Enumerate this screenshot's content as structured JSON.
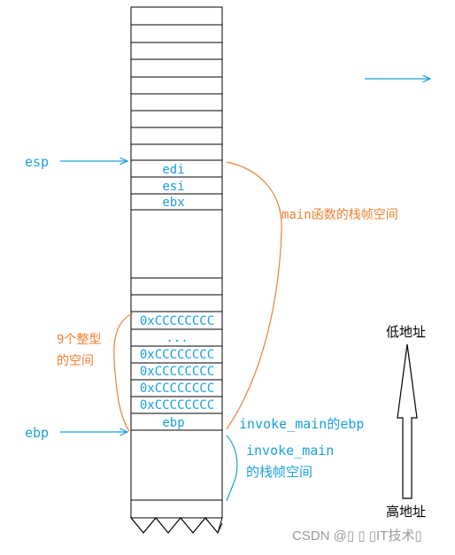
{
  "labels": {
    "esp": "esp",
    "ebp": "ebp",
    "main_frame": "main函数的栈帧空间",
    "nine_ints_line1": "9个整型",
    "nine_ints_line2": "的空间",
    "invoke_main_ebp": "invoke_main的ebp",
    "invoke_main_frame_line1": "invoke_main",
    "invoke_main_frame_line2": "的栈帧空间",
    "low_address": "低地址",
    "high_address": "高地址",
    "watermark": "CSDN @▯ ▯ ▯IT技术▯"
  },
  "stack_cells": {
    "edi": "edi",
    "esi": "esi",
    "ebx": "ebx",
    "fill": "0xCCCCCCCC",
    "ellipsis": "...",
    "saved_ebp": "ebp"
  },
  "colors": {
    "blue": "#1aa0e0",
    "orange": "#f08030",
    "black": "#000000"
  }
}
